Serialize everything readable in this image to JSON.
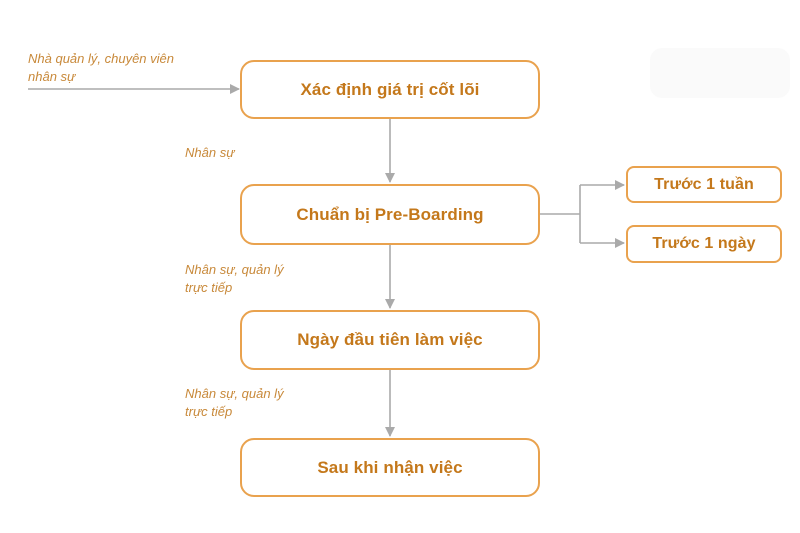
{
  "actors": {
    "top": [
      "Nhà quản lý, chuyên viên",
      "nhân sự"
    ],
    "step2": [
      "Nhân sự"
    ],
    "step3": [
      "Nhân sự, quản lý",
      "trực tiếp"
    ],
    "step4": [
      "Nhân sự, quản lý",
      "trực tiếp"
    ]
  },
  "steps": [
    "Xác định giá trị cốt lõi",
    "Chuẩn bị Pre-Boarding",
    "Ngày đầu tiên làm việc",
    "Sau khi nhận việc"
  ],
  "branches": [
    "Trước 1 tuần",
    "Trước 1 ngày"
  ],
  "colors": {
    "box_border": "#e9a24e",
    "box_text": "#c4781b",
    "note_text": "#c8893a",
    "connector": "#aaaaaa"
  }
}
